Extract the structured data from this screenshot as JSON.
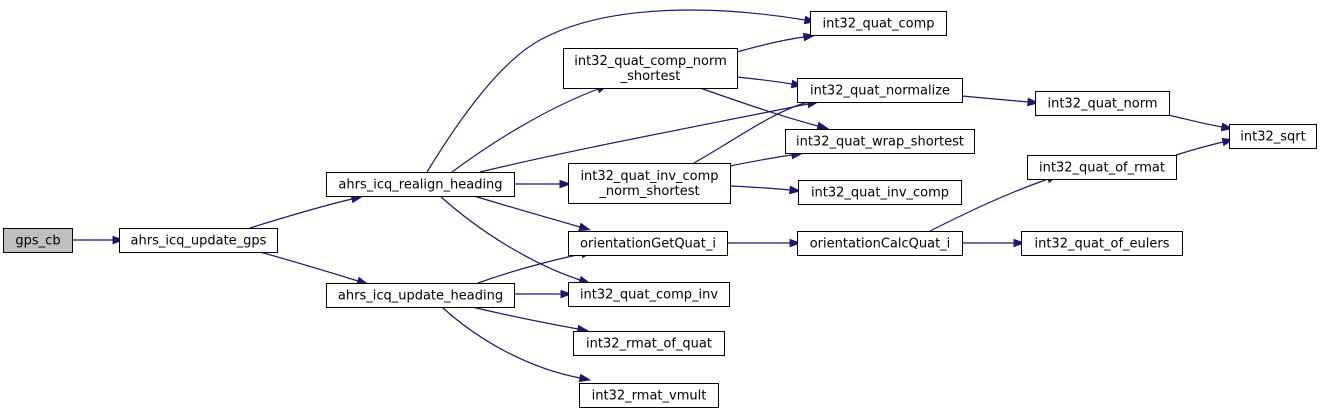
{
  "colors": {
    "edge": "#191970",
    "root_fill": "#bfbfbf",
    "node_fill": "#ffffff",
    "border": "#000000"
  },
  "nodes": [
    {
      "id": "gps_cb",
      "label": [
        "gps_cb"
      ],
      "root": true
    },
    {
      "id": "ahrs_icq_update_gps",
      "label": [
        "ahrs_icq_update_gps"
      ]
    },
    {
      "id": "ahrs_icq_realign_heading",
      "label": [
        "ahrs_icq_realign_heading"
      ]
    },
    {
      "id": "ahrs_icq_update_heading",
      "label": [
        "ahrs_icq_update_heading"
      ]
    },
    {
      "id": "int32_quat_comp",
      "label": [
        "int32_quat_comp"
      ]
    },
    {
      "id": "int32_quat_comp_norm_shortest",
      "label": [
        "int32_quat_comp_norm",
        "_shortest"
      ]
    },
    {
      "id": "int32_quat_normalize",
      "label": [
        "int32_quat_normalize"
      ]
    },
    {
      "id": "int32_quat_wrap_shortest",
      "label": [
        "int32_quat_wrap_shortest"
      ]
    },
    {
      "id": "int32_quat_inv_comp_norm_shortest",
      "label": [
        "int32_quat_inv_comp",
        "_norm_shortest"
      ]
    },
    {
      "id": "int32_quat_inv_comp",
      "label": [
        "int32_quat_inv_comp"
      ]
    },
    {
      "id": "orientationGetQuat_i",
      "label": [
        "orientationGetQuat_i"
      ]
    },
    {
      "id": "int32_quat_comp_inv",
      "label": [
        "int32_quat_comp_inv"
      ]
    },
    {
      "id": "int32_rmat_of_quat",
      "label": [
        "int32_rmat_of_quat"
      ]
    },
    {
      "id": "int32_rmat_vmult",
      "label": [
        "int32_rmat_vmult"
      ]
    },
    {
      "id": "orientationCalcQuat_i",
      "label": [
        "orientationCalcQuat_i"
      ]
    },
    {
      "id": "int32_quat_norm",
      "label": [
        "int32_quat_norm"
      ]
    },
    {
      "id": "int32_quat_of_rmat",
      "label": [
        "int32_quat_of_rmat"
      ]
    },
    {
      "id": "int32_quat_of_eulers",
      "label": [
        "int32_quat_of_eulers"
      ]
    },
    {
      "id": "int32_sqrt",
      "label": [
        "int32_sqrt"
      ]
    }
  ],
  "edges": [
    {
      "from": "gps_cb",
      "to": "ahrs_icq_update_gps"
    },
    {
      "from": "ahrs_icq_update_gps",
      "to": "ahrs_icq_realign_heading"
    },
    {
      "from": "ahrs_icq_update_gps",
      "to": "ahrs_icq_update_heading"
    },
    {
      "from": "ahrs_icq_realign_heading",
      "to": "int32_quat_comp"
    },
    {
      "from": "ahrs_icq_realign_heading",
      "to": "int32_quat_comp_norm_shortest"
    },
    {
      "from": "ahrs_icq_realign_heading",
      "to": "int32_quat_normalize"
    },
    {
      "from": "ahrs_icq_realign_heading",
      "to": "int32_quat_inv_comp_norm_shortest"
    },
    {
      "from": "ahrs_icq_realign_heading",
      "to": "orientationGetQuat_i"
    },
    {
      "from": "ahrs_icq_realign_heading",
      "to": "int32_quat_comp_inv"
    },
    {
      "from": "ahrs_icq_update_heading",
      "to": "orientationGetQuat_i"
    },
    {
      "from": "ahrs_icq_update_heading",
      "to": "int32_quat_comp_inv"
    },
    {
      "from": "ahrs_icq_update_heading",
      "to": "int32_rmat_of_quat"
    },
    {
      "from": "ahrs_icq_update_heading",
      "to": "int32_rmat_vmult"
    },
    {
      "from": "int32_quat_comp_norm_shortest",
      "to": "int32_quat_comp"
    },
    {
      "from": "int32_quat_comp_norm_shortest",
      "to": "int32_quat_normalize"
    },
    {
      "from": "int32_quat_comp_norm_shortest",
      "to": "int32_quat_wrap_shortest"
    },
    {
      "from": "int32_quat_inv_comp_norm_shortest",
      "to": "int32_quat_normalize"
    },
    {
      "from": "int32_quat_inv_comp_norm_shortest",
      "to": "int32_quat_wrap_shortest"
    },
    {
      "from": "int32_quat_inv_comp_norm_shortest",
      "to": "int32_quat_inv_comp"
    },
    {
      "from": "int32_quat_normalize",
      "to": "int32_quat_norm"
    },
    {
      "from": "int32_quat_norm",
      "to": "int32_sqrt"
    },
    {
      "from": "orientationGetQuat_i",
      "to": "orientationCalcQuat_i"
    },
    {
      "from": "orientationCalcQuat_i",
      "to": "int32_quat_of_rmat"
    },
    {
      "from": "orientationCalcQuat_i",
      "to": "int32_quat_of_eulers"
    },
    {
      "from": "int32_quat_of_rmat",
      "to": "int32_sqrt"
    }
  ]
}
